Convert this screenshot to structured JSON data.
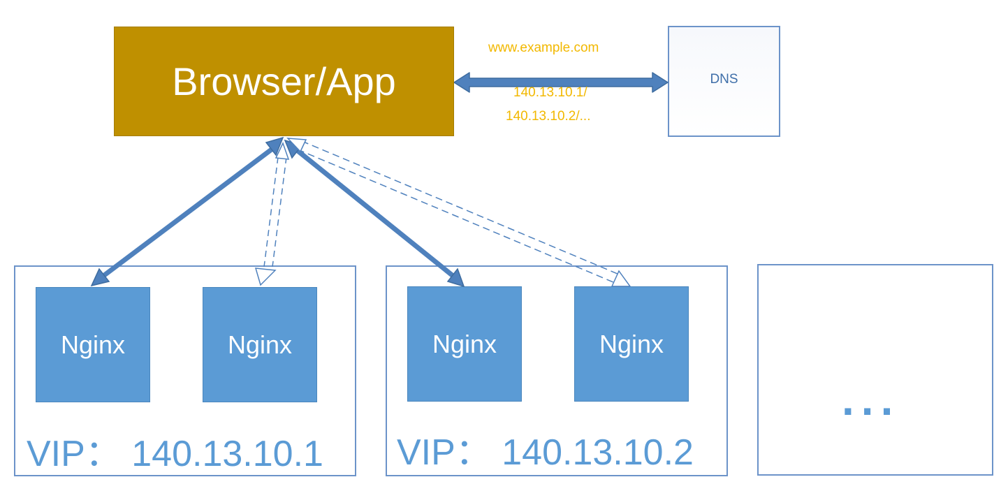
{
  "client": {
    "label": "Browser/App"
  },
  "dns": {
    "label": "DNS",
    "request_label": "www.example.com",
    "response_line1": "140.13.10.1/",
    "response_line2": "140.13.10.2/..."
  },
  "groups": [
    {
      "vip": "VIP：  140.13.10.1",
      "nodes": [
        "Nginx",
        "Nginx"
      ]
    },
    {
      "vip": "VIP：  140.13.10.2",
      "nodes": [
        "Nginx",
        "Nginx"
      ]
    }
  ],
  "more": {
    "label": "..."
  },
  "colors": {
    "client_fill": "#bf9000",
    "node_fill": "#5b9bd5",
    "arrow": "#4f81bd",
    "label_accent": "#f2b800",
    "outline": "#6c93c9"
  }
}
